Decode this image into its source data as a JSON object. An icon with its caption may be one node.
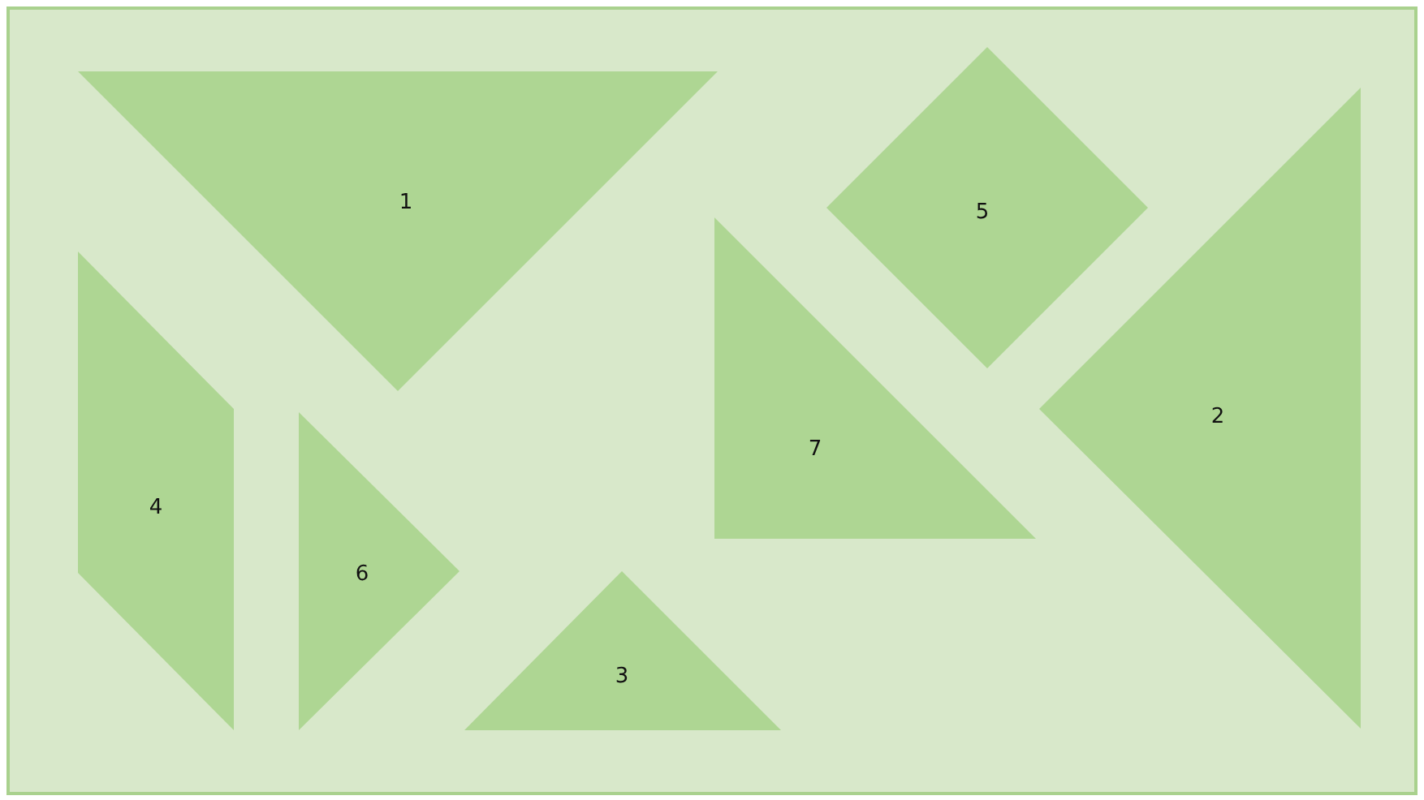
{
  "diagram": {
    "nodes": [
      {
        "text": [
          "1"
        ]
      },
      {
        "text": [
          "2"
        ]
      },
      {
        "text": [
          "3"
        ]
      },
      {
        "text": [
          "4"
        ]
      },
      {
        "text": [
          "5"
        ]
      },
      {
        "text": [
          "6"
        ]
      },
      {
        "text": [
          "7"
        ]
      }
    ]
  }
}
